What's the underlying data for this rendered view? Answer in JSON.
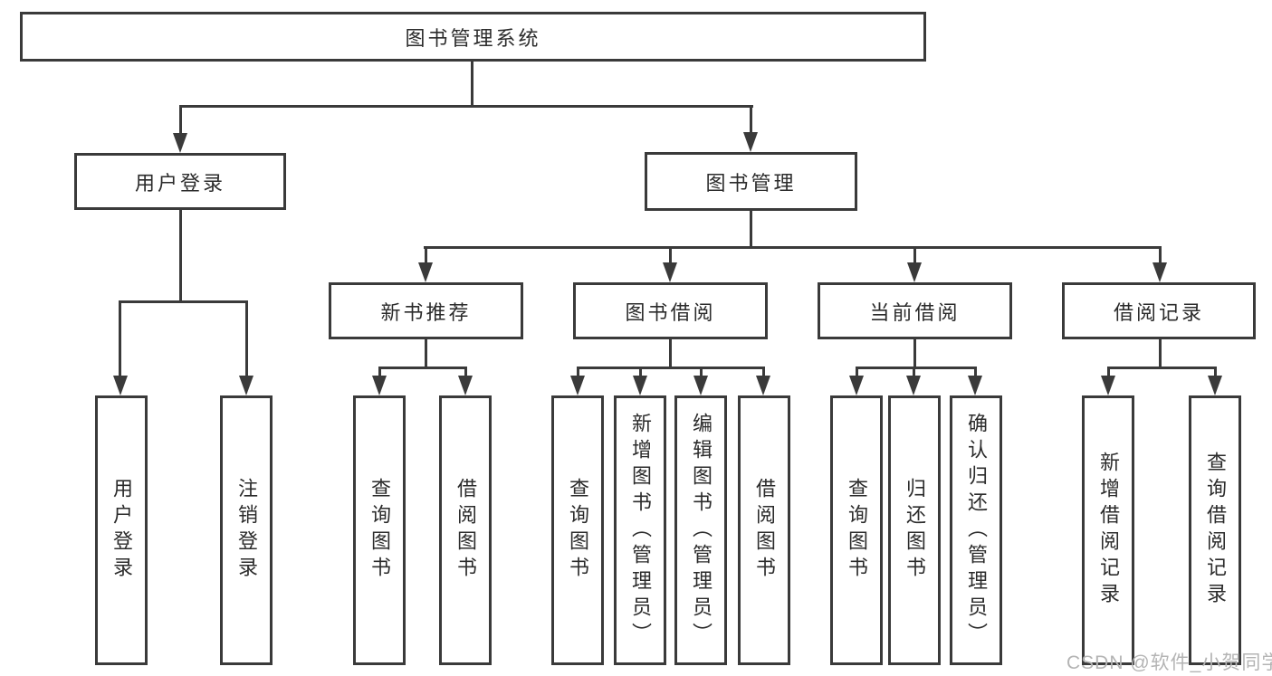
{
  "diagram": {
    "type": "hierarchy",
    "root": {
      "label": "图书管理系统",
      "children": [
        {
          "label": "用户登录",
          "children": [
            {
              "label": "用户登录"
            },
            {
              "label": "注销登录"
            }
          ]
        },
        {
          "label": "图书管理",
          "children": [
            {
              "label": "新书推荐",
              "children": [
                {
                  "label": "查询图书"
                },
                {
                  "label": "借阅图书"
                }
              ]
            },
            {
              "label": "图书借阅",
              "children": [
                {
                  "label": "查询图书"
                },
                {
                  "label": "新增图书（管理员）"
                },
                {
                  "label": "编辑图书（管理员）"
                },
                {
                  "label": "借阅图书"
                }
              ]
            },
            {
              "label": "当前借阅",
              "children": [
                {
                  "label": "查询图书"
                },
                {
                  "label": "归还图书"
                },
                {
                  "label": "确认归还（管理员）"
                }
              ]
            },
            {
              "label": "借阅记录",
              "children": [
                {
                  "label": "新增借阅记录"
                },
                {
                  "label": "查询借阅记录"
                }
              ]
            }
          ]
        }
      ]
    },
    "colors": {
      "line": "#3a3a3a",
      "text": "#2b2b2b",
      "background": "#ffffff",
      "watermark": "#b4b4b4"
    }
  },
  "watermark": {
    "text": "CSDN @软件_小贺同学"
  }
}
